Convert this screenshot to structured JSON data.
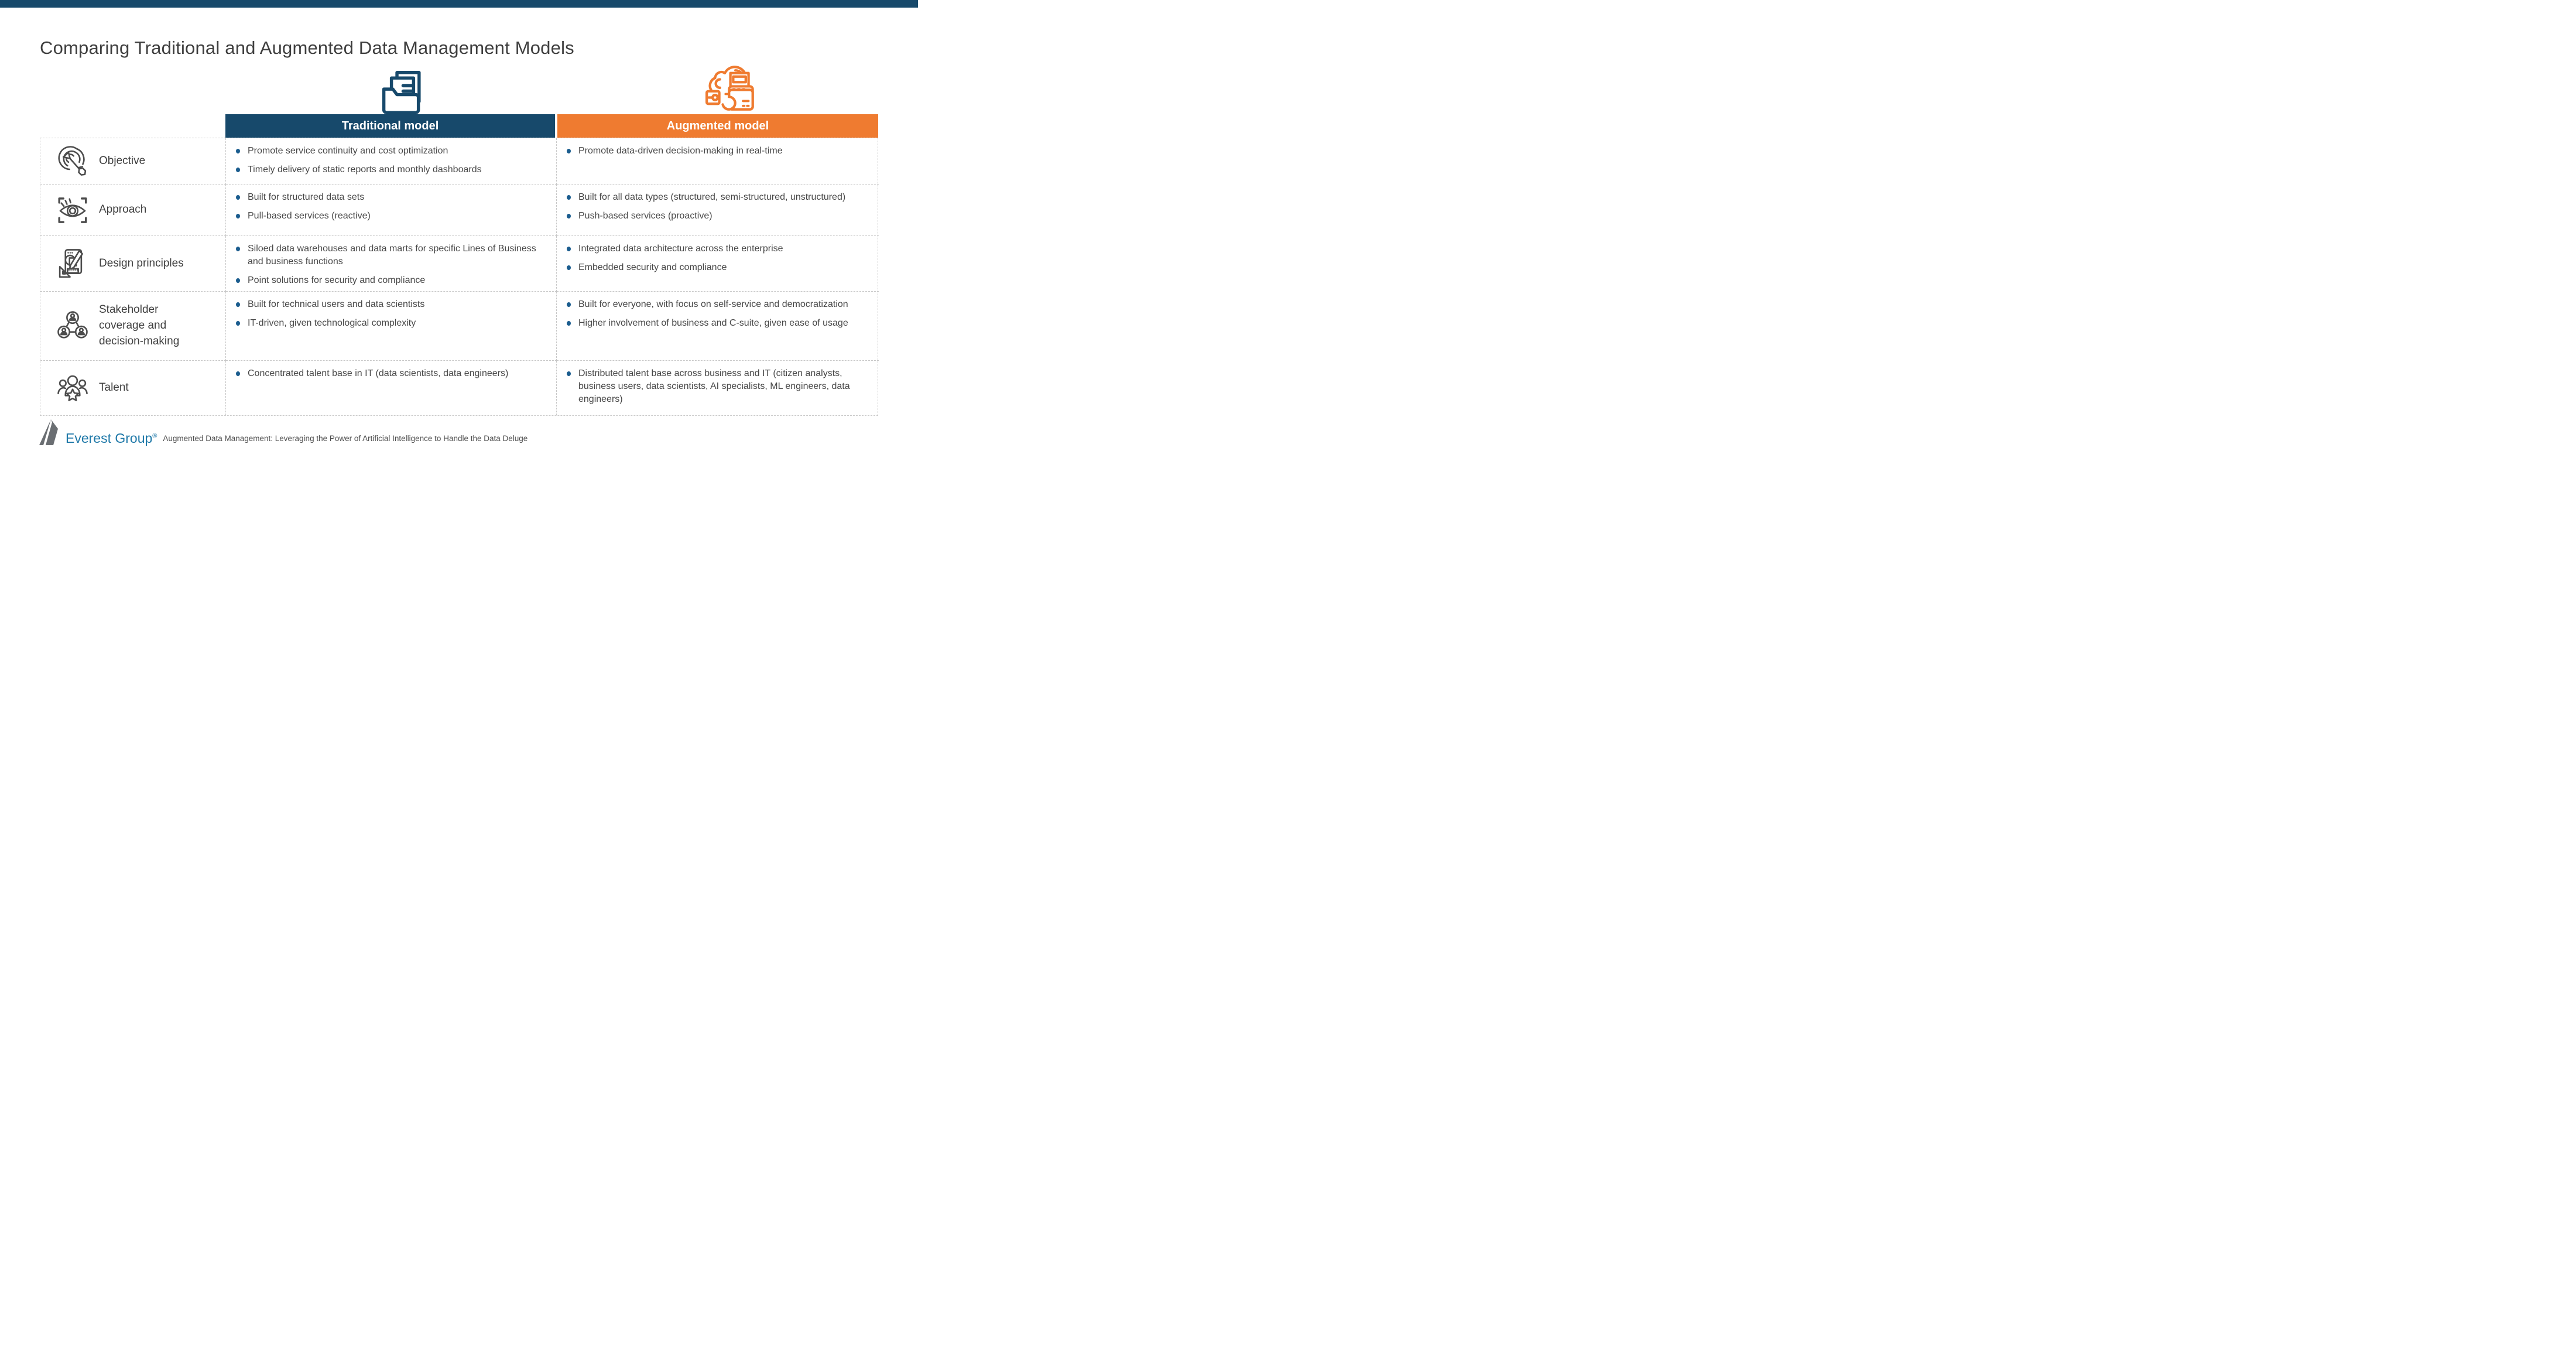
{
  "page": {
    "title": "Comparing Traditional and Augmented Data Management Models"
  },
  "colors": {
    "navy": "#17496B",
    "orange": "#EF7B30",
    "bullet_blue": "#1A5C8E",
    "text_gray": "#474747",
    "logo_blue": "#1E78A8",
    "dashed_border": "#C7C7C7"
  },
  "columns": {
    "traditional": {
      "label": "Traditional model",
      "icon": "folder-documents-icon",
      "color": "#17496B"
    },
    "augmented": {
      "label": "Augmented model",
      "icon": "cloud-data-icon",
      "color": "#EF7B30"
    }
  },
  "rows": [
    {
      "label": "Objective",
      "icon": "target-arrow-icon",
      "traditional": [
        "Promote service continuity and cost optimization",
        "Timely delivery of static reports and monthly dashboards"
      ],
      "augmented": [
        "Promote data-driven decision-making in real-time"
      ]
    },
    {
      "label": "Approach",
      "icon": "eye-scan-icon",
      "traditional": [
        "Built for structured data sets",
        "Pull-based services (reactive)"
      ],
      "augmented": [
        "Built for all data types (structured, semi-structured, unstructured)",
        "Push-based services (proactive)"
      ]
    },
    {
      "label": "Design principles",
      "icon": "design-tools-icon",
      "traditional": [
        "Siloed data warehouses and data marts for specific Lines of Business and business functions",
        "Point solutions for security and compliance"
      ],
      "augmented": [
        "Integrated data architecture across the enterprise",
        "Embedded security and compliance"
      ]
    },
    {
      "label": "Stakeholder coverage and decision-making",
      "icon": "stakeholder-network-icon",
      "traditional": [
        "Built for technical users and data scientists",
        "IT-driven, given technological complexity"
      ],
      "augmented": [
        "Built for everyone, with focus on self-service and democratization",
        "Higher involvement of business and C-suite, given ease of usage"
      ]
    },
    {
      "label": "Talent",
      "icon": "talent-group-icon",
      "traditional": [
        "Concentrated talent base in IT (data scientists, data engineers)"
      ],
      "augmented": [
        "Distributed talent base across business and IT (citizen analysts, business users, data scientists, AI specialists, ML engineers, data engineers)"
      ]
    }
  ],
  "footer": {
    "logo_text": "Everest Group",
    "registered_mark": "®",
    "source_text": "Augmented Data Management: Leveraging the Power of Artificial Intelligence to Handle the Data Deluge"
  }
}
